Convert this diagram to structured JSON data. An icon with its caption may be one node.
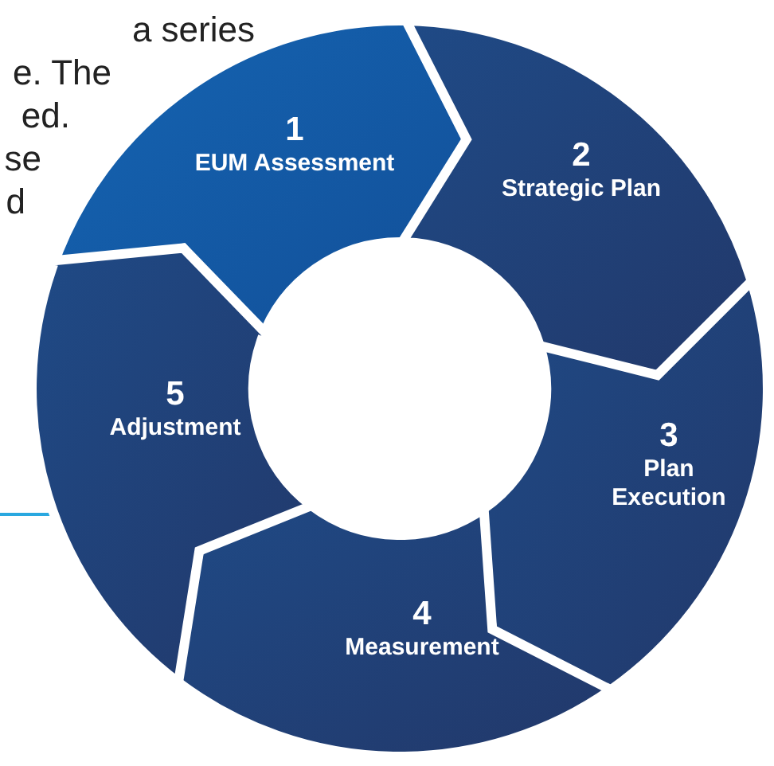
{
  "diagram": {
    "nodes": [
      {
        "text": [
          "1",
          "EUM Assessment"
        ]
      },
      {
        "text": [
          "2",
          "Strategic Plan"
        ]
      },
      {
        "text": [
          "3",
          "Plan Execution"
        ]
      },
      {
        "text": [
          "4",
          "Measurement"
        ]
      },
      {
        "text": [
          "5",
          "Adjustment"
        ]
      }
    ],
    "labels": [
      "a series",
      "e. The",
      "ed.",
      "se",
      "d"
    ]
  }
}
